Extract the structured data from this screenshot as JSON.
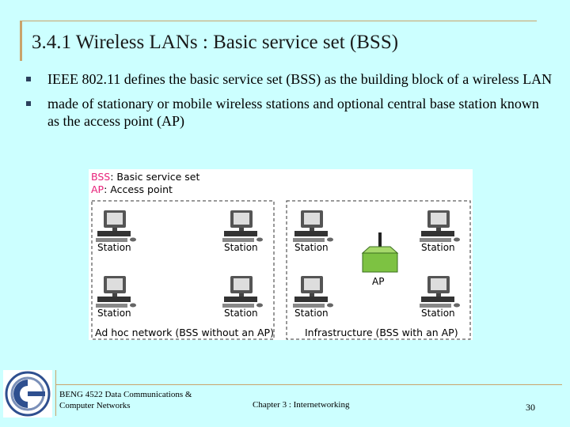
{
  "slide": {
    "title": "3.4.1 Wireless LANs : Basic service set (BSS)",
    "bullets": [
      "IEEE 802.11 defines the basic service set (BSS) as the building block of a wireless LAN",
      "made of stationary or mobile wireless stations and optional central base station known as the access point (AP)"
    ]
  },
  "figure": {
    "legend_bss_abbr": "BSS",
    "legend_bss_text": ": Basic service set",
    "legend_ap_abbr": "AP",
    "legend_ap_text": ": Access point",
    "station_label": "Station",
    "ap_label": "AP",
    "adhoc_caption": "Ad hoc network (BSS without an AP)",
    "infra_caption": "Infrastructure (BSS with an AP)",
    "accent_color": "#e8217a",
    "ap_color": "#7dc242"
  },
  "footer": {
    "course_line1": "BENG 4522 Data Communications &",
    "course_line2": "Computer Networks",
    "chapter": "Chapter 3 : Internetworking",
    "page_number": "30"
  }
}
